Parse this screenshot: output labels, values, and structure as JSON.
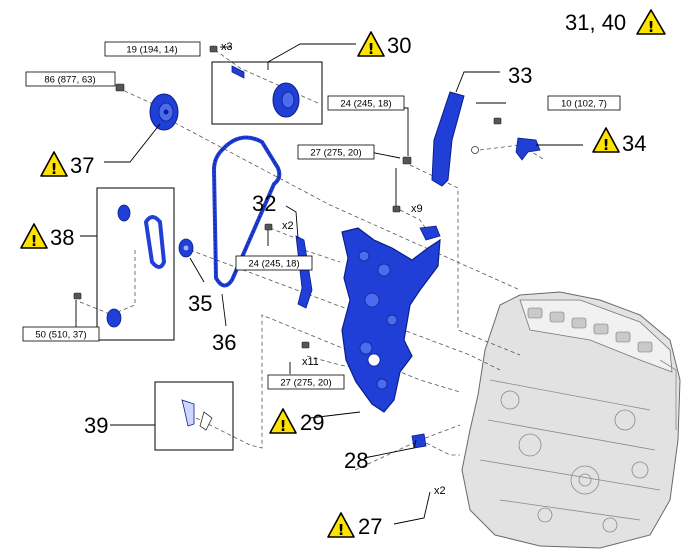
{
  "colors": {
    "part_blue": "#1f3fd6",
    "part_dark": "#0b1f8a",
    "warning_yellow": "#ffe300",
    "engine_gray": "#d8d8d8"
  },
  "icons": {
    "warning": "warning-triangle-icon"
  },
  "callouts": {
    "c27": "27",
    "c28": "28",
    "c29": "29",
    "c30": "30",
    "c3140": "31, 40",
    "c32": "32",
    "c33": "33",
    "c34": "34",
    "c35": "35",
    "c36": "36",
    "c37": "37",
    "c38": "38",
    "c39": "39"
  },
  "torques": {
    "t19": "19 (194, 14)",
    "t86": "86 (877, 63)",
    "t24a": "24 (245, 18)",
    "t10": "10 (102, 7)",
    "t27a": "27 (275, 20)",
    "t24b": "24 (245, 18)",
    "t50": "50 (510, 37)",
    "t27b": "27 (275, 20)"
  },
  "quantities": {
    "q30": "x3",
    "q32": "x2",
    "q9": "x9",
    "q11": "x11",
    "q27": "x2"
  }
}
